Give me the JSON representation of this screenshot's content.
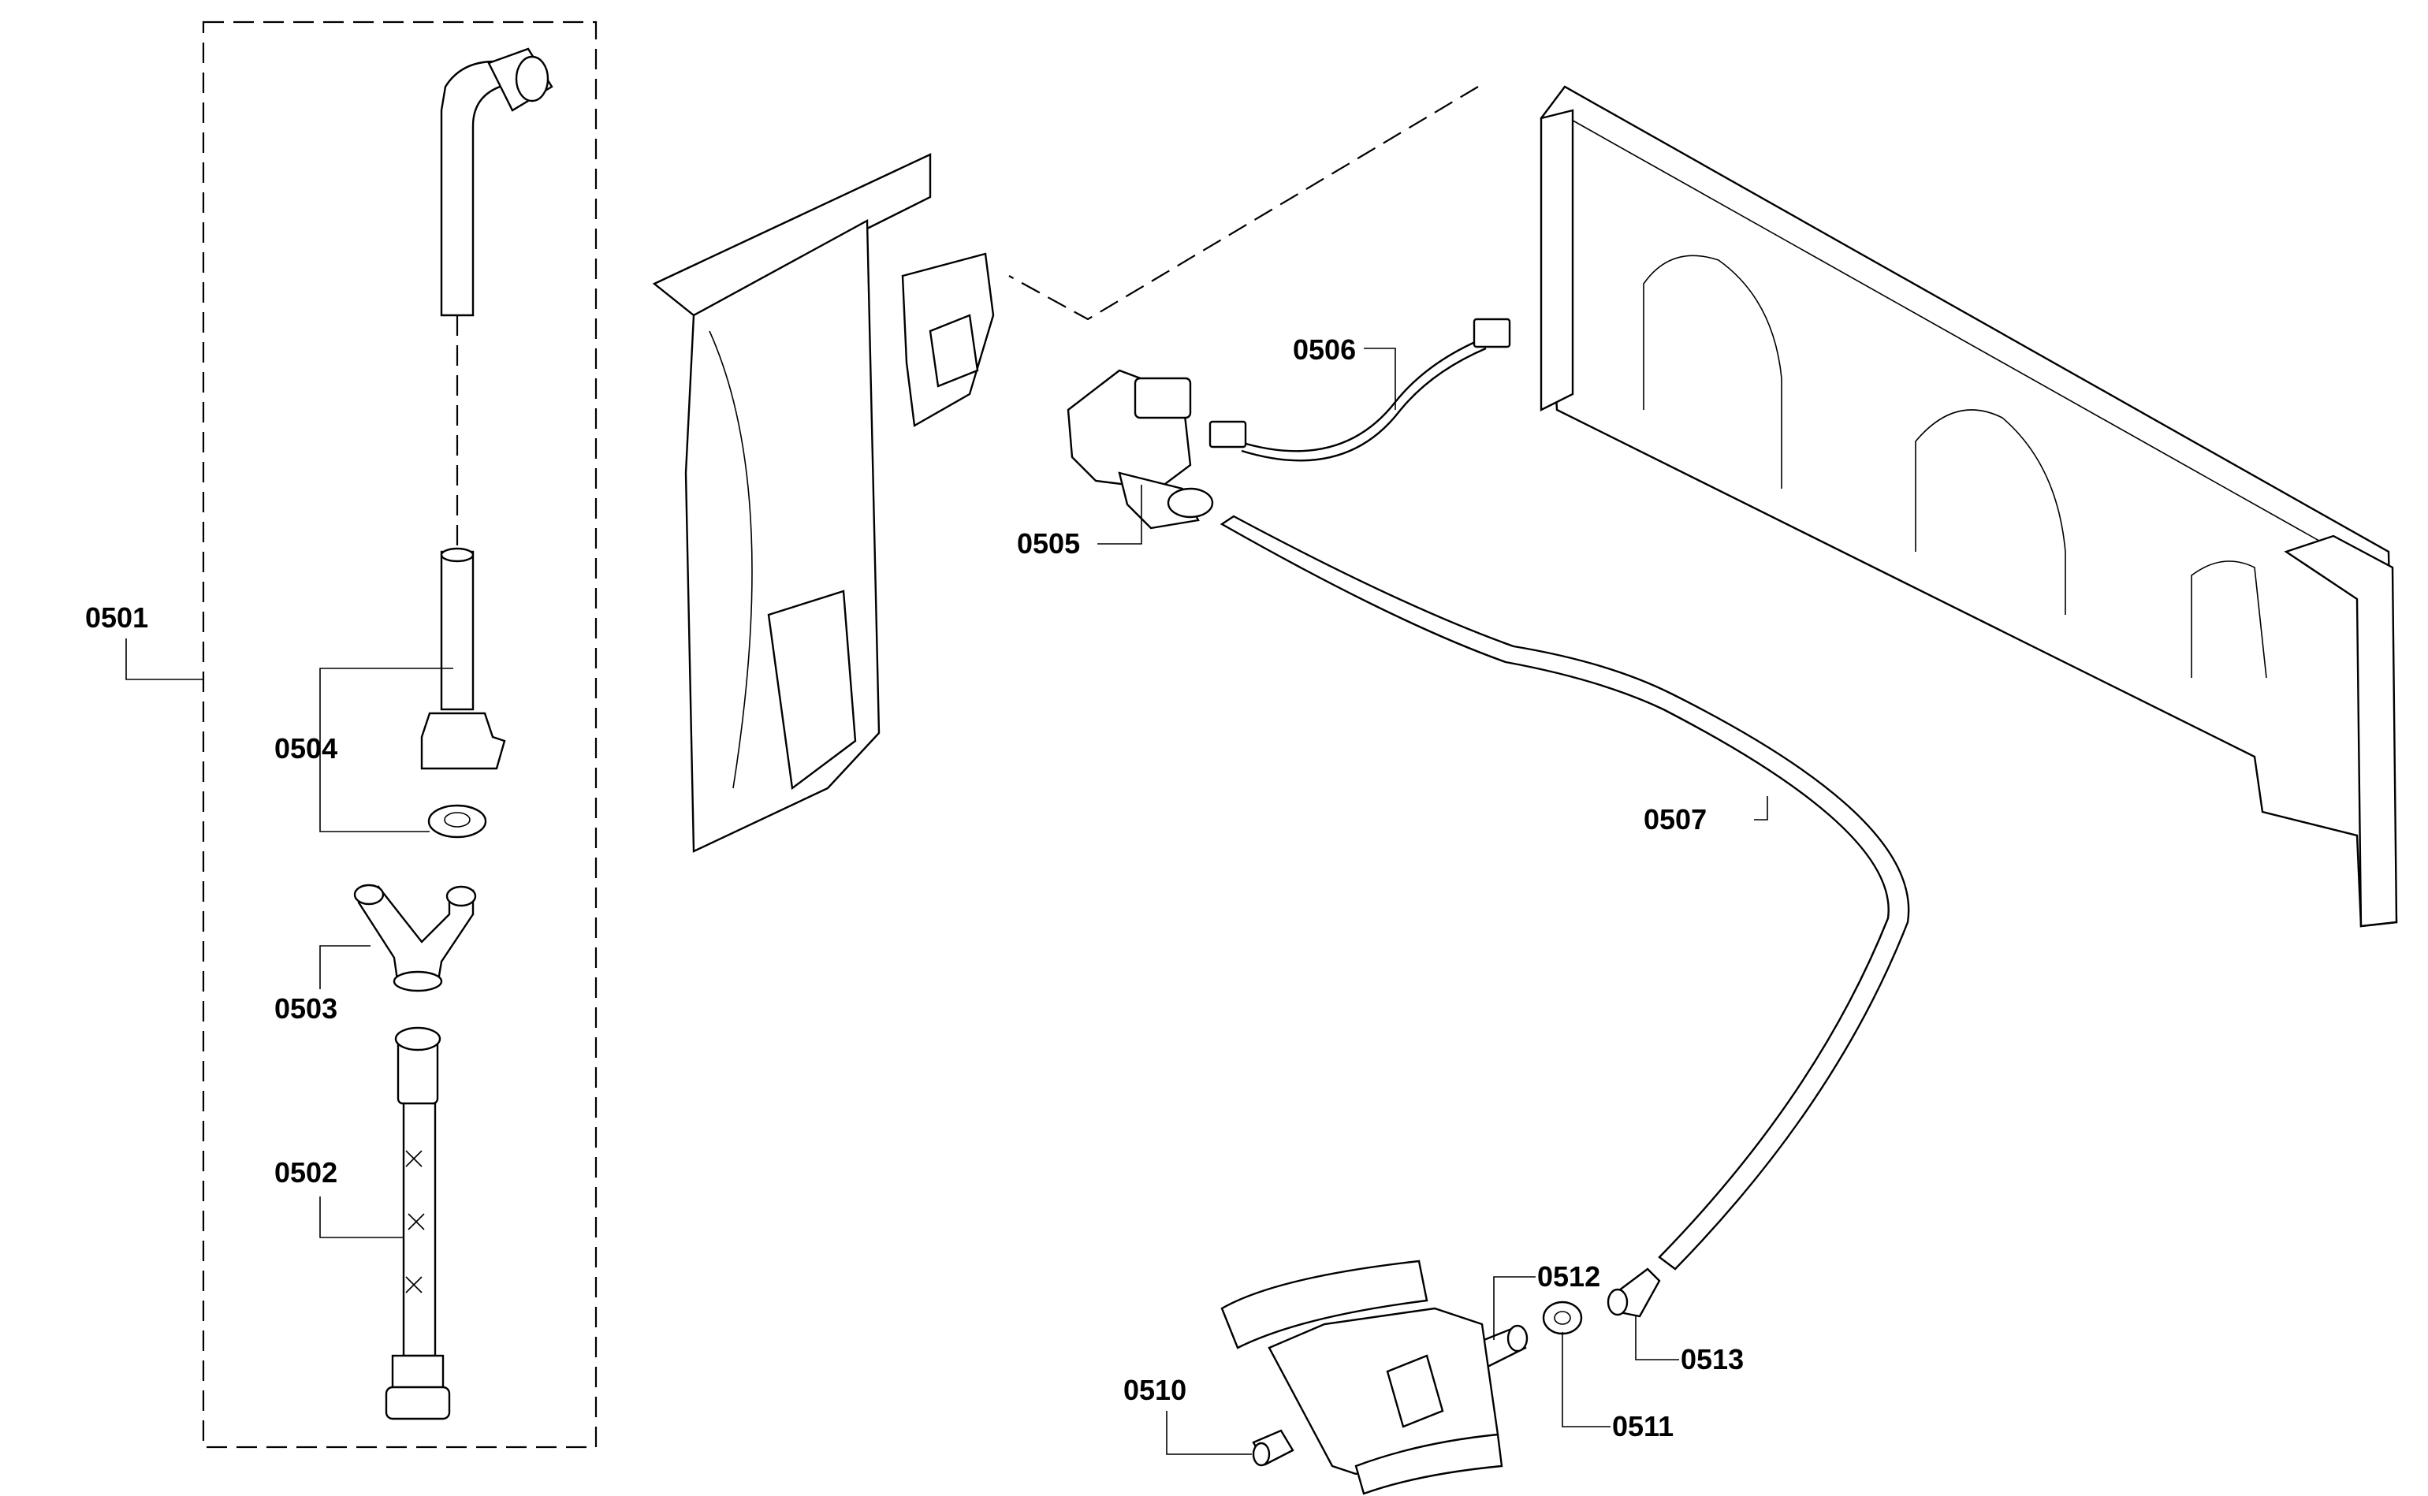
{
  "parts": [
    {
      "id": "0501"
    },
    {
      "id": "0502"
    },
    {
      "id": "0503"
    },
    {
      "id": "0504"
    },
    {
      "id": "0505"
    },
    {
      "id": "0506"
    },
    {
      "id": "0507"
    },
    {
      "id": "0510"
    },
    {
      "id": "0511"
    },
    {
      "id": "0512"
    },
    {
      "id": "0513"
    }
  ]
}
